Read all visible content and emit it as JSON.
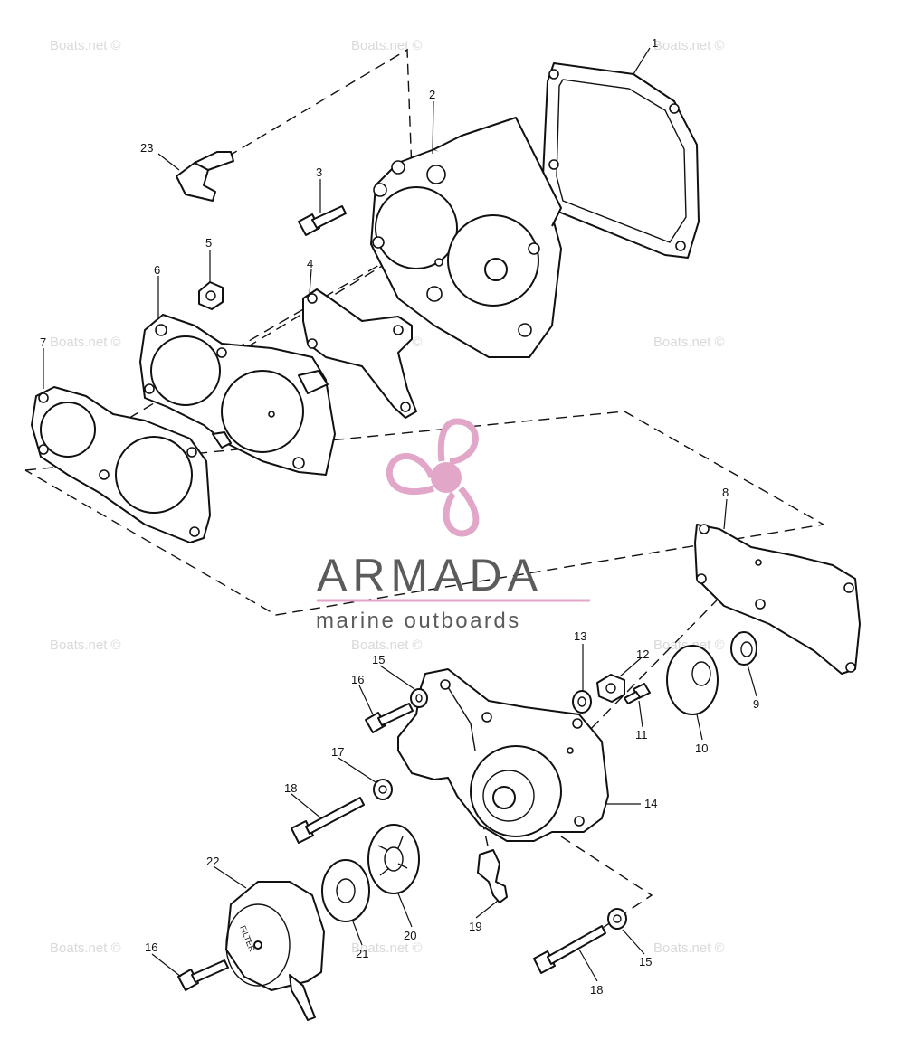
{
  "watermark": "Boats.net ©",
  "logo": {
    "name": "ARMADA",
    "tagline": "marine outboards",
    "color": "#e2a6c8",
    "text_color": "#5b5b5b"
  },
  "parts": {
    "p1": "1",
    "p2": "2",
    "p3": "3",
    "p4": "4",
    "p5": "5",
    "p6": "6",
    "p7": "7",
    "p8": "8",
    "p9": "9",
    "p10": "10",
    "p11": "11",
    "p12": "12",
    "p13": "13",
    "p14": "14",
    "p15a": "15",
    "p15b": "15",
    "p16a": "16",
    "p16b": "16",
    "p17": "17",
    "p18a": "18",
    "p18b": "18",
    "p19": "19",
    "p20": "20",
    "p21": "21",
    "p22": "22",
    "p23": "23"
  },
  "filter_text": "FILTER"
}
